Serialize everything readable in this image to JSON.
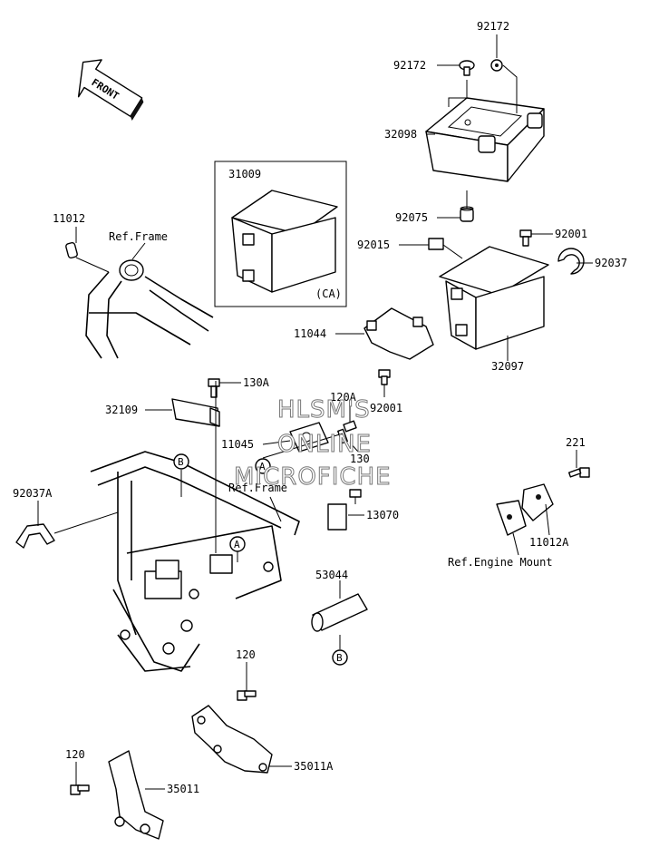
{
  "direction_arrow": {
    "label": "FRONT"
  },
  "callouts": {
    "p92172_top": "92172",
    "p92172_left": "92172",
    "p32098": "32098",
    "p31009": "31009",
    "ca": "(CA)",
    "p92075": "92075",
    "p11012": "11012",
    "ref_frame_top": "Ref.Frame",
    "p92015": "92015",
    "p92001_top": "92001",
    "p92037": "92037",
    "p11044": "11044",
    "p32097": "32097",
    "p130A": "130A",
    "p120A": "120A",
    "p92001_mid": "92001",
    "p32109": "32109",
    "p11045": "11045",
    "p130": "130",
    "p221": "221",
    "p92037A": "92037A",
    "ref_frame_mid": "Ref.Frame",
    "p13070": "13070",
    "p11012A": "11012A",
    "ref_engine_mount": "Ref.Engine Mount",
    "p53044": "53044",
    "p120_mid": "120",
    "p35011A": "35011A",
    "p120_bottom": "120",
    "p35011": "35011"
  },
  "markers": {
    "b_upper": "B",
    "a_left": "A",
    "a_mid": "A",
    "b_lower": "B"
  },
  "watermark": {
    "line1": "HLSM'S",
    "line2": "ONLINE",
    "line3": "MICROFICHE"
  }
}
